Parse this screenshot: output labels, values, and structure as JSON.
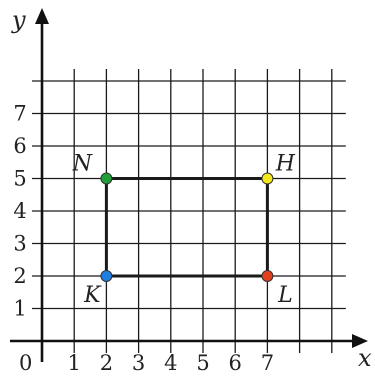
{
  "diagram": {
    "x_axis_name": "x",
    "y_axis_name": "y",
    "origin_label": "0",
    "x_tick_labels": [
      "1",
      "2",
      "3",
      "4",
      "5",
      "6",
      "7"
    ],
    "y_tick_labels": [
      "1",
      "2",
      "3",
      "4",
      "5",
      "6",
      "7"
    ],
    "grid_extent": {
      "x_max": 9,
      "y_max": 8
    },
    "rectangle": [
      "N",
      "H",
      "L",
      "K"
    ],
    "points": [
      {
        "label": "N",
        "x": 2,
        "y": 5,
        "color": "#1f9e3a"
      },
      {
        "label": "H",
        "x": 7,
        "y": 5,
        "color": "#f4e81c"
      },
      {
        "label": "L",
        "x": 7,
        "y": 2,
        "color": "#e2401c"
      },
      {
        "label": "K",
        "x": 2,
        "y": 2,
        "color": "#1f7fe0"
      }
    ]
  }
}
